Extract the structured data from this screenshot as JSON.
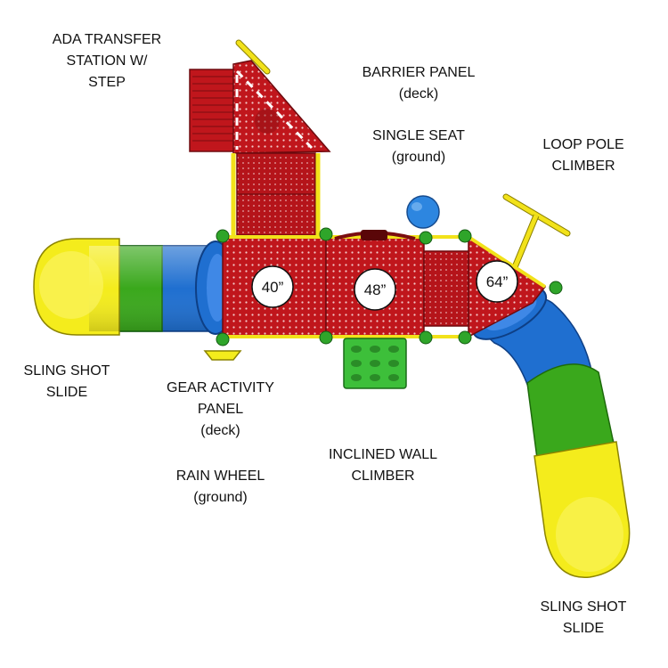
{
  "labels": {
    "ada_transfer": [
      "ADA TRANSFER",
      "STATION W/",
      "STEP"
    ],
    "barrier_panel": [
      "BARRIER PANEL",
      "(deck)"
    ],
    "single_seat": [
      "SINGLE SEAT",
      "(ground)"
    ],
    "loop_pole": [
      "LOOP POLE",
      "CLIMBER"
    ],
    "sling_left": [
      "SLING SHOT",
      "SLIDE"
    ],
    "gear_panel": [
      "GEAR ACTIVITY",
      "PANEL",
      "(deck)"
    ],
    "rain_wheel": [
      "RAIN WHEEL",
      "(ground)"
    ],
    "inclined_wall": [
      "INCLINED WALL",
      "CLIMBER"
    ],
    "sling_right": [
      "SLING SHOT",
      "SLIDE"
    ]
  },
  "deck_heights": [
    "40”",
    "48”",
    "64”"
  ],
  "colors": {
    "deck_red": "#c0161c",
    "post_yellow": "#f2e21a",
    "slide_yellow": "#f4ec1c",
    "slide_green": "#3aa81c",
    "slide_blue": "#1f6fd0",
    "climber_green": "#3dbf3a",
    "seat_blue": "#2d86e0",
    "clamp_green": "#2fa52a"
  }
}
